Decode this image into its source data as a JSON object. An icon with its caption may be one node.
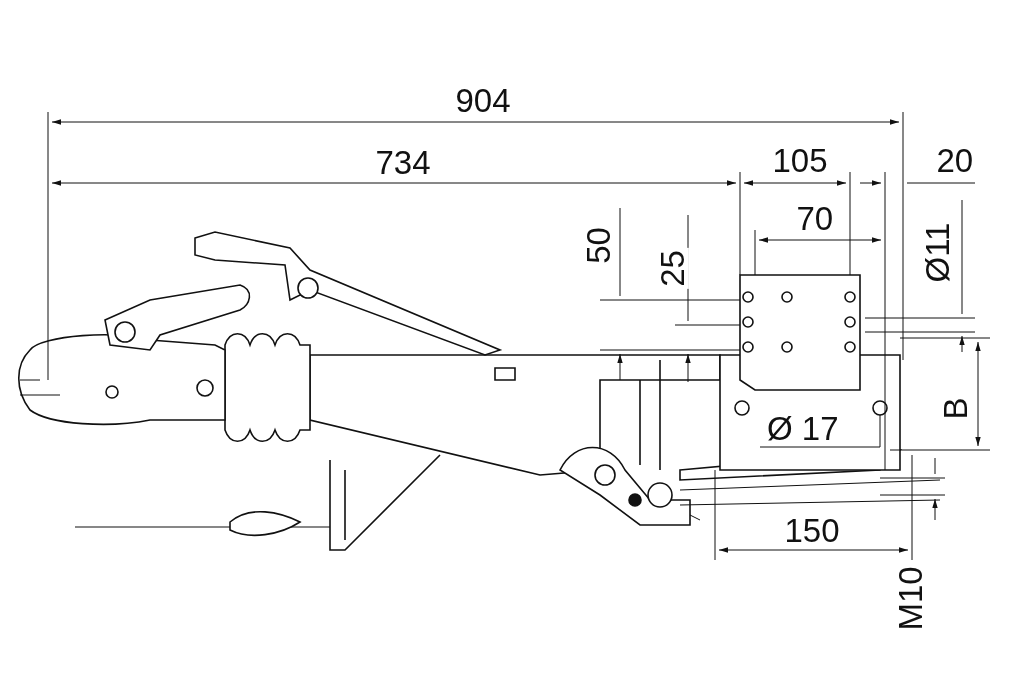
{
  "diagram": {
    "labels": [
      "904",
      "734",
      "105",
      "20",
      "70",
      "50",
      "25",
      "Ø11",
      "B",
      "Ø 17",
      "150",
      "M10"
    ]
  }
}
